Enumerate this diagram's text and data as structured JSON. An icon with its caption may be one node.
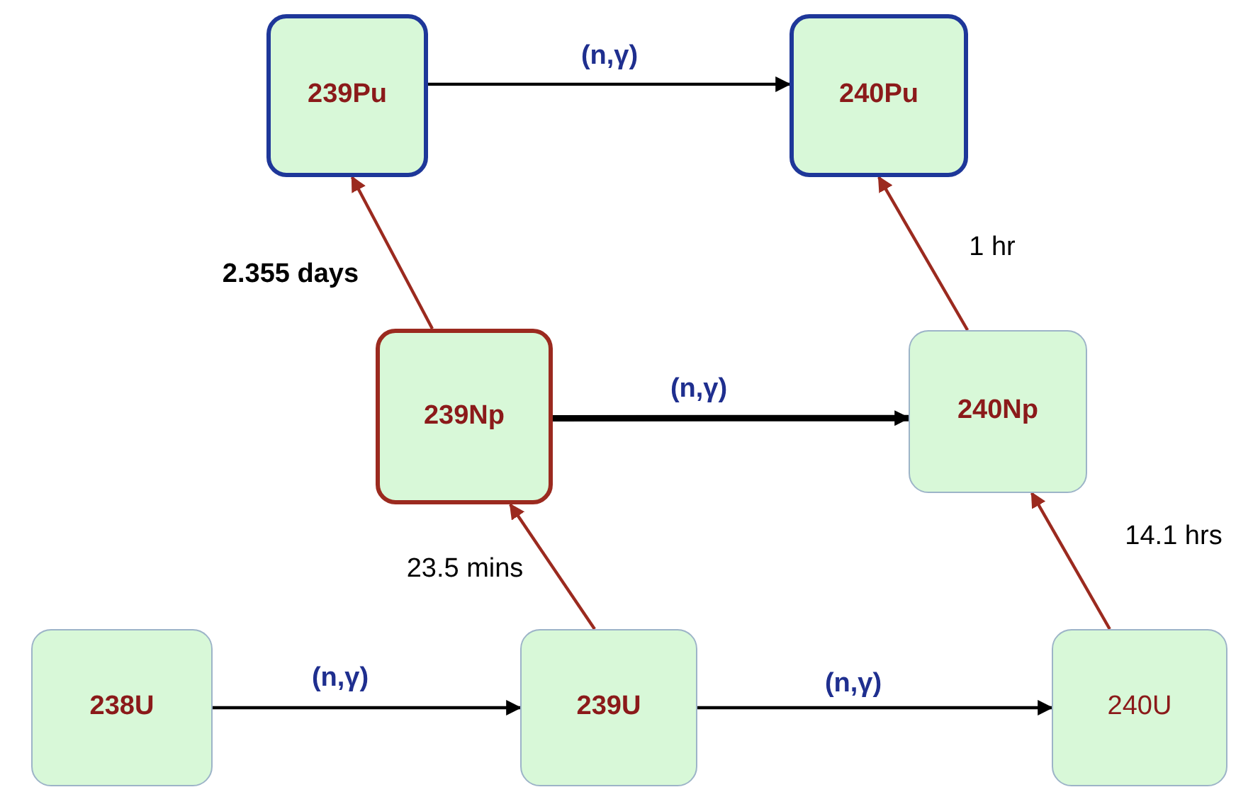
{
  "diagram": {
    "nodes": [
      {
        "text": [
          "239Pu"
        ]
      },
      {
        "text": [
          "240Pu"
        ]
      },
      {
        "text": [
          "239Np"
        ]
      },
      {
        "text": [
          "240Np"
        ]
      },
      {
        "text": [
          "238U"
        ]
      },
      {
        "text": [
          "239U"
        ]
      },
      {
        "text": [
          "240U"
        ]
      }
    ],
    "edges": [
      {
        "from": 0,
        "to": 1,
        "arrow": "to",
        "label": "(n,γ)"
      },
      {
        "from": 2,
        "to": 0,
        "arrow": "to",
        "label": "2.355 days",
        "color": "#9b2a1f"
      },
      {
        "from": 3,
        "to": 1,
        "arrow": "to",
        "label": "1 hr",
        "color": "#9b2a1f"
      },
      {
        "from": 2,
        "to": 3,
        "arrow": "to",
        "label": "(n,γ)",
        "style": "thick"
      },
      {
        "from": 4,
        "to": 5,
        "arrow": "to",
        "label": "(n,γ)"
      },
      {
        "from": 5,
        "to": 6,
        "arrow": "to",
        "label": "(n,γ)"
      },
      {
        "from": 5,
        "to": 2,
        "arrow": "to",
        "label": "23.5 mins",
        "color": "#9b2a1f"
      },
      {
        "from": 6,
        "to": 3,
        "arrow": "to",
        "label": "14.1 hrs",
        "color": "#9b2a1f"
      }
    ]
  }
}
